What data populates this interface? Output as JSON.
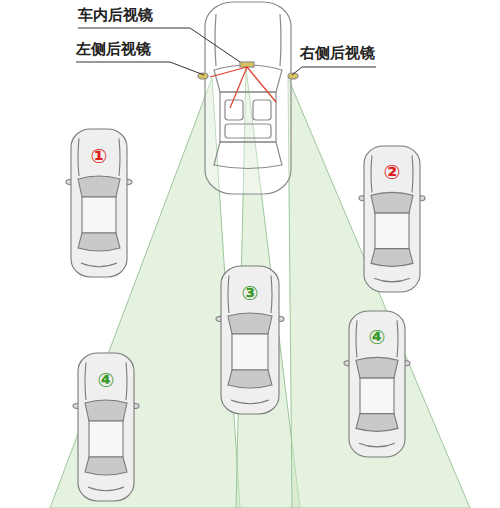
{
  "diagram": {
    "nodes": [
      {
        "text": [
          "①"
        ]
      },
      {
        "text": [
          "②"
        ]
      },
      {
        "text": [
          "③"
        ]
      },
      {
        "text": [
          "④"
        ]
      },
      {
        "text": [
          "④"
        ]
      }
    ],
    "labels": [
      "车内后视镜",
      "左侧后视镜",
      "右侧后视镜"
    ]
  }
}
